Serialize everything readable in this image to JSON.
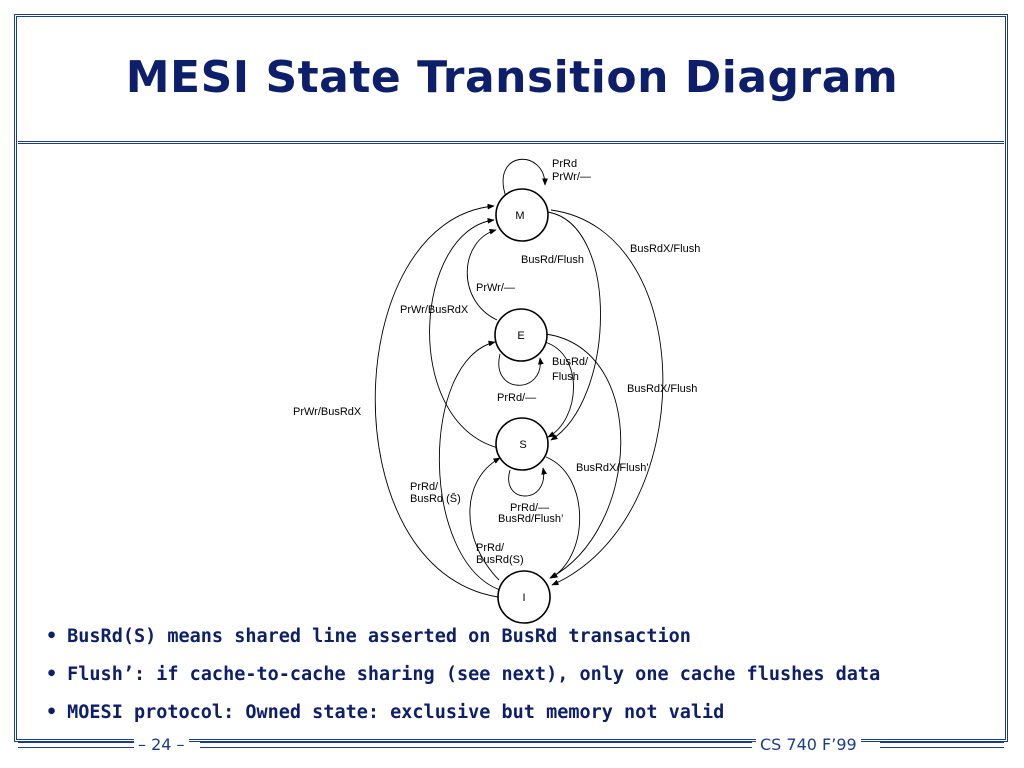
{
  "slide": {
    "title": "MESI State Transition Diagram",
    "footer_left": "– 24 –",
    "footer_right": "CS 740 F’99"
  },
  "states": {
    "M": "M",
    "E": "E",
    "S": "S",
    "I": "I"
  },
  "edges": {
    "m_self": [
      "PrRd",
      "PrWr/—"
    ],
    "m_to_s": "BusRd/Flush",
    "m_to_i": "BusRdX/Flush",
    "e_to_m": "PrWr/—",
    "s_to_m": "PrWr/BusRdX",
    "i_to_m": "PrWr/BusRdX",
    "e_to_s": [
      "BusRd/",
      "Flush"
    ],
    "e_self": "PrRd/—",
    "e_to_i": "BusRdX/Flush",
    "s_to_i": "BusRdX/Flush’",
    "s_self": [
      "PrRd/—",
      "BusRd/Flush’"
    ],
    "i_to_e": [
      "PrRd/",
      "BusRd (S̄)"
    ],
    "i_to_s": [
      "PrRd/",
      "BusRd(S)"
    ]
  },
  "bullets": [
    "BusRd(S) means shared line asserted on BusRd transaction",
    "Flush’: if cache-to-cache sharing (see next), only one cache flushes data",
    "MOESI protocol: Owned state: exclusive but memory not valid"
  ],
  "colors": {
    "title": "#0d1f6b",
    "frame": "#1a3c8c"
  }
}
